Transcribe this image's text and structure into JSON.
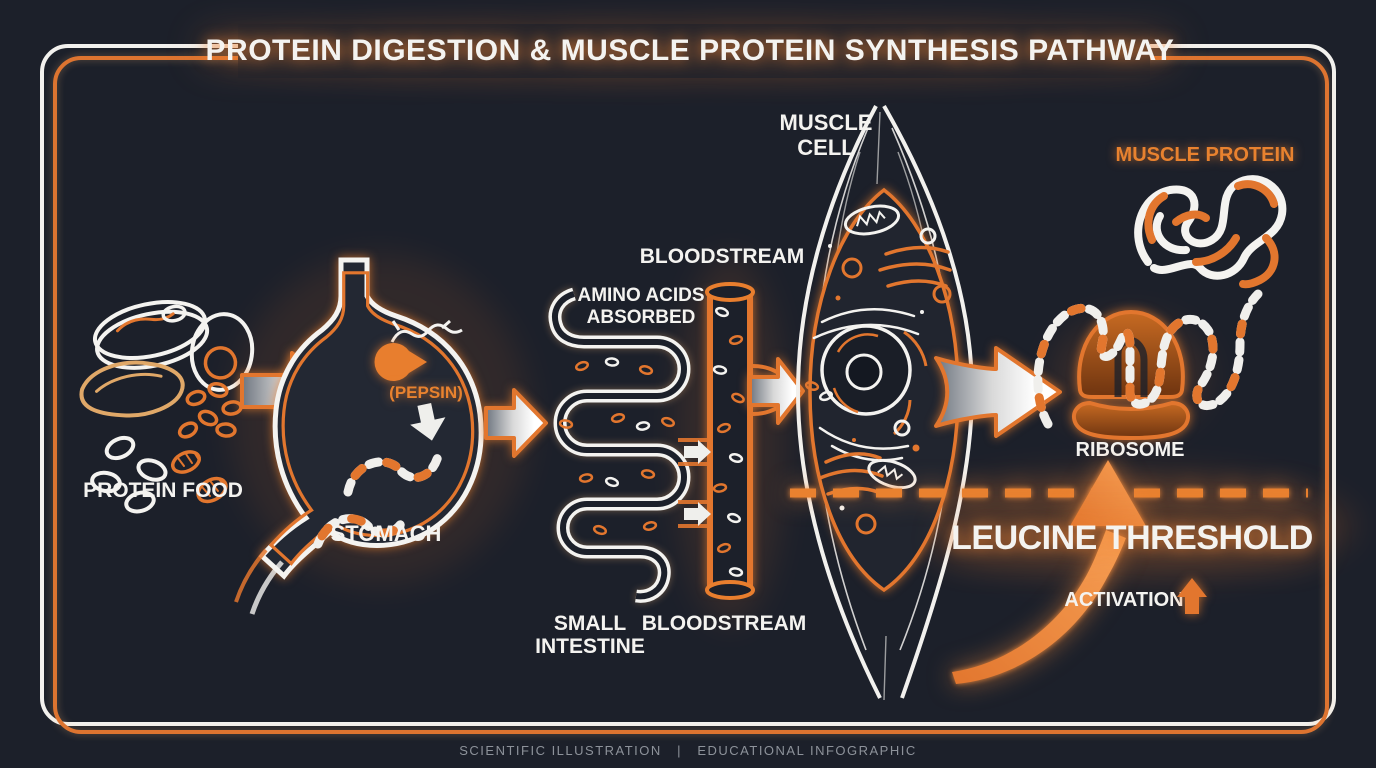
{
  "title": "PROTEIN DIGESTION & MUSCLE PROTEIN SYNTHESIS PATHWAY",
  "labels": {
    "protein_food": "PROTEIN FOOD",
    "stomach": "STOMACH",
    "pepsin": "(PEPSIN)",
    "small_intestine_line1": "SMALL",
    "small_intestine_line2": "INTESTINE",
    "amino_acids_line1": "AMINO ACIDS",
    "amino_acids_line2": "ABSORBED",
    "bloodstream_top": "BLOODSTREAM",
    "bloodstream_bottom": "BLOODSTREAM",
    "muscle_cell_line1": "MUSCLE",
    "muscle_cell_line2": "CELL",
    "ribosome": "RIBOSOME",
    "muscle_protein": "MUSCLE PROTEIN",
    "leucine_threshold": "LEUCINE THRESHOLD",
    "activation": "ACTIVATION"
  },
  "footer": "SCIENTIFIC ILLUSTRATION   |   EDUCATIONAL INFOGRAPHIC",
  "colors": {
    "background": "#1c202a",
    "accent_orange": "#e2762e",
    "bright_orange": "#ef8330",
    "line_white": "#f4f3f0",
    "footer_gray": "#8d929a",
    "meat_tan": "#e0a868"
  }
}
